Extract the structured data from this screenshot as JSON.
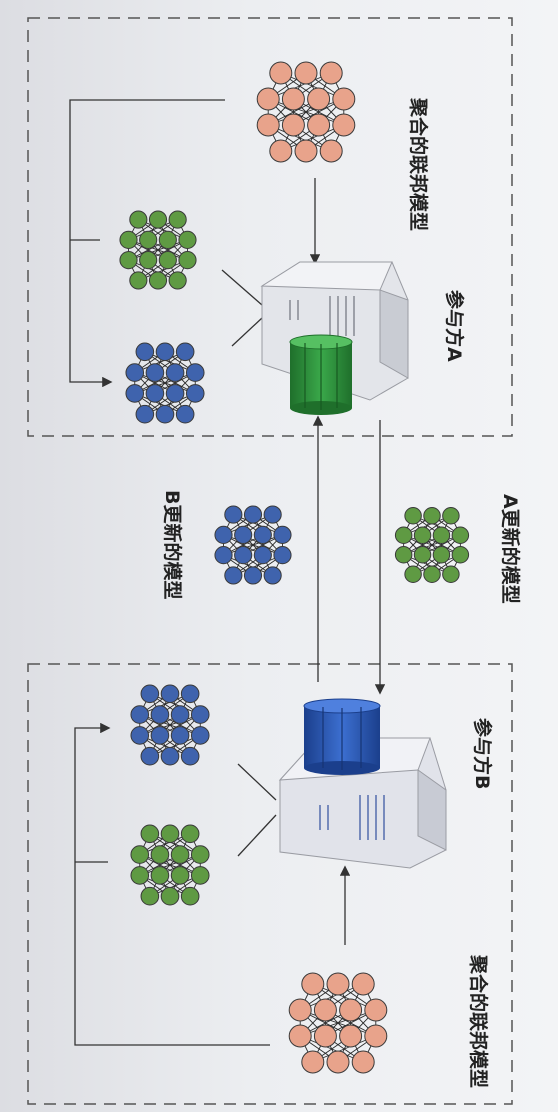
{
  "labels": {
    "aggregated_top": "聚合的联邦模型",
    "party_a": "参与方A",
    "a_updated": "A更新的模型",
    "b_updated": "B更新的模型",
    "party_b": "参与方B",
    "aggregated_bottom": "聚合的联邦模型"
  },
  "colors": {
    "federated_nodes": "#e8a38b",
    "green_nodes": "#5f9a43",
    "blue_nodes": "#3f63ad",
    "green_database": "#2e8b3a",
    "blue_database": "#2b59b3",
    "server_body": "#dfe1e6",
    "dashed_border": "#555555",
    "text": "#222222"
  },
  "icons": {
    "server": "server-icon",
    "database": "database-icon",
    "network": "neural-network-icon"
  }
}
